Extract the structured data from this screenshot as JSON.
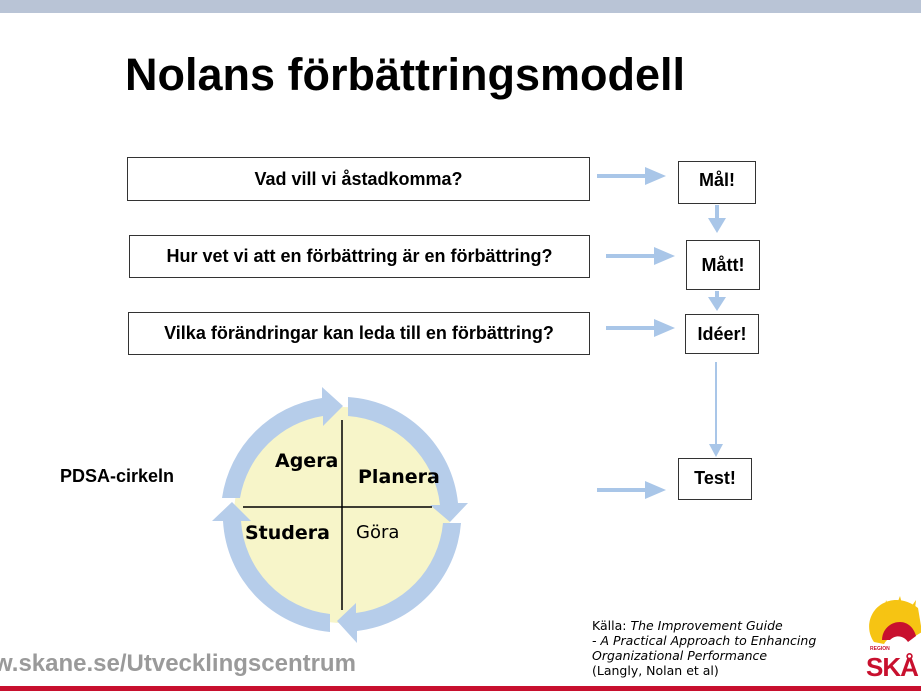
{
  "title": "Nolans förbättringsmodell",
  "questions": [
    "Vad vill vi åstadkomma?",
    "Hur vet vi att en förbättring är en förbättring?",
    "Vilka förändringar kan leda till en förbättring?"
  ],
  "answers": [
    "Mål!",
    "Mått!",
    "Idéer!",
    "Test!"
  ],
  "pdsa": {
    "label": "PDSA-cirkeln",
    "agera": "Agera",
    "planera": "Planera",
    "studera": "Studera",
    "gora": "Göra"
  },
  "source": {
    "prefix": "Källa: ",
    "title_line1": "The Improvement Guide",
    "title_line2": "- A Practical Approach to Enhancing",
    "title_line3": "Organizational Performance",
    "authors": "(Langly, Nolan et al)"
  },
  "footer_url": "w.skane.se/Utvecklingscentrum",
  "logo": {
    "small": "REGION",
    "text": "SKÅ"
  },
  "colors": {
    "arrow": "#a9c6e8",
    "cycle_arrow": "#b6cdea",
    "circle_fill": "#f7f5c9",
    "brand_red": "#c8102e",
    "logo_yellow": "#f6c413",
    "top_bar": "#b9c4d6"
  }
}
